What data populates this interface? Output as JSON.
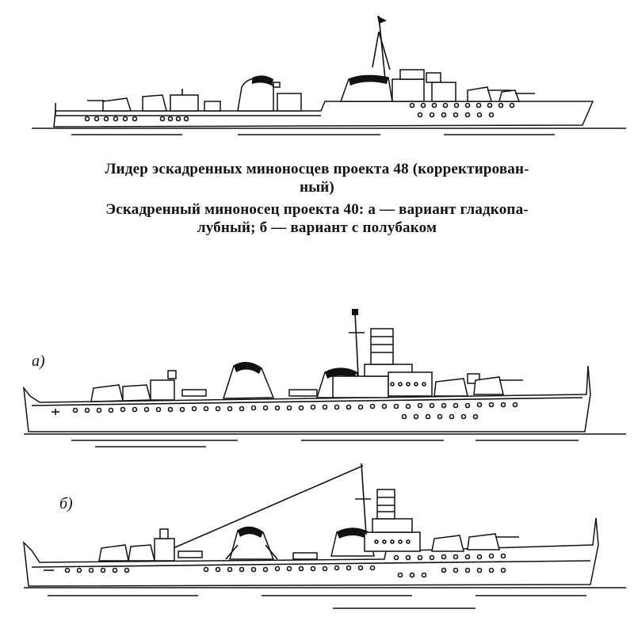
{
  "captions": {
    "leader_line1": "Лидер эскадренных миноносцев проекта 48 (корректирован-",
    "leader_line2": "ный)",
    "destroyer_line1": "Эскадренный миноносец проекта 40: а — вариант гладкопа-",
    "destroyer_line2": "лубный; б — вариант с полубаком"
  },
  "labels": {
    "variant_a": "а)",
    "variant_b": "б)"
  }
}
